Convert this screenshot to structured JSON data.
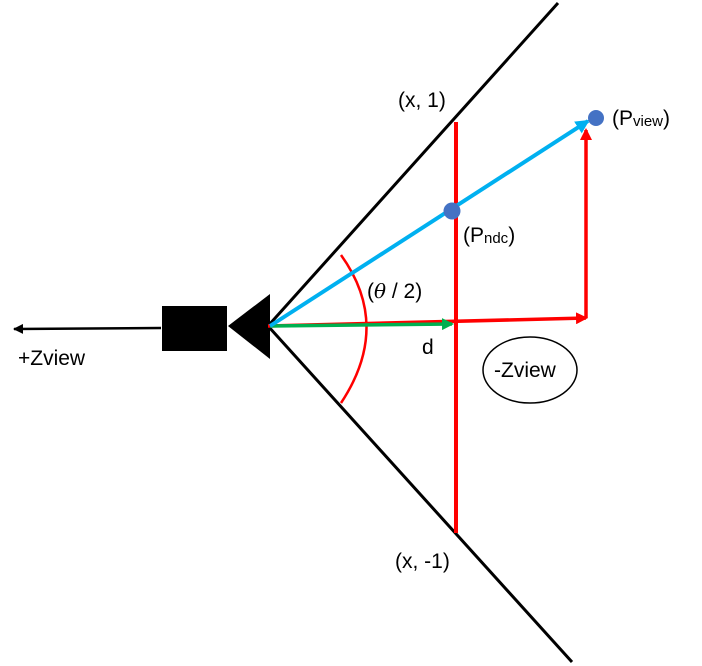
{
  "labels": {
    "top_point": "(x, 1)",
    "bottom_point": "(x, -1)",
    "p_view_open": "(P",
    "p_view_sub": "view",
    "p_view_close": ")",
    "p_ndc_open": "(P",
    "p_ndc_sub": "ndc",
    "p_ndc_close": ")",
    "angle_open": "(",
    "angle_symbol": "θ",
    "angle_rest": " / 2)",
    "distance": "d",
    "plus_z": "+Zview",
    "minus_z": "-Zview"
  },
  "colors": {
    "frustum": "#000000",
    "projection": "#ff0000",
    "ray": "#00b0f0",
    "distance_arrow": "#00b050",
    "point": "#4472c4",
    "camera": "#000000"
  }
}
